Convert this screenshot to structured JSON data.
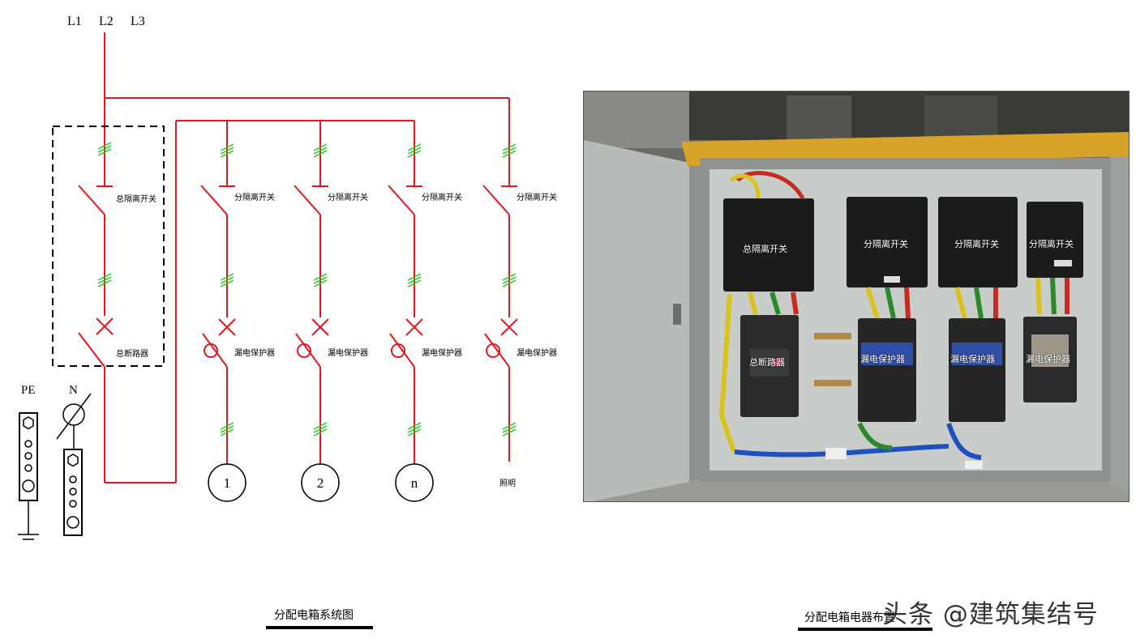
{
  "phases": [
    "L1",
    "L2",
    "L3"
  ],
  "ground_labels": {
    "pe": "PE",
    "n": "N"
  },
  "main_labels": {
    "isolator": "总隔离开关",
    "breaker": "总断路器"
  },
  "branches": [
    {
      "isolator": "分隔离开关",
      "rcd": "漏电保护器",
      "load": "1"
    },
    {
      "isolator": "分隔离开关",
      "rcd": "漏电保护器",
      "load": "2"
    },
    {
      "isolator": "分隔离开关",
      "rcd": "漏电保护器",
      "load": "n"
    },
    {
      "isolator": "分隔离开关",
      "rcd": "漏电保护器",
      "load": "照明"
    }
  ],
  "photo_labels": {
    "main_isolator": "总隔离开关",
    "iso_1": "分隔离开关",
    "iso_2": "分隔离开关",
    "iso_3": "分隔离开关",
    "main_breaker": "总断路器",
    "rcd_1": "漏电保护器",
    "rcd_2": "漏电保护器",
    "rcd_3": "漏电保护器"
  },
  "captions": {
    "left": "分配电箱系统图",
    "right": "分配电箱电器布置"
  },
  "watermark": "头条 @建筑集结号",
  "colors": {
    "wire": "#e8141c",
    "hatch": "#22cc22",
    "frame": "#000000"
  }
}
